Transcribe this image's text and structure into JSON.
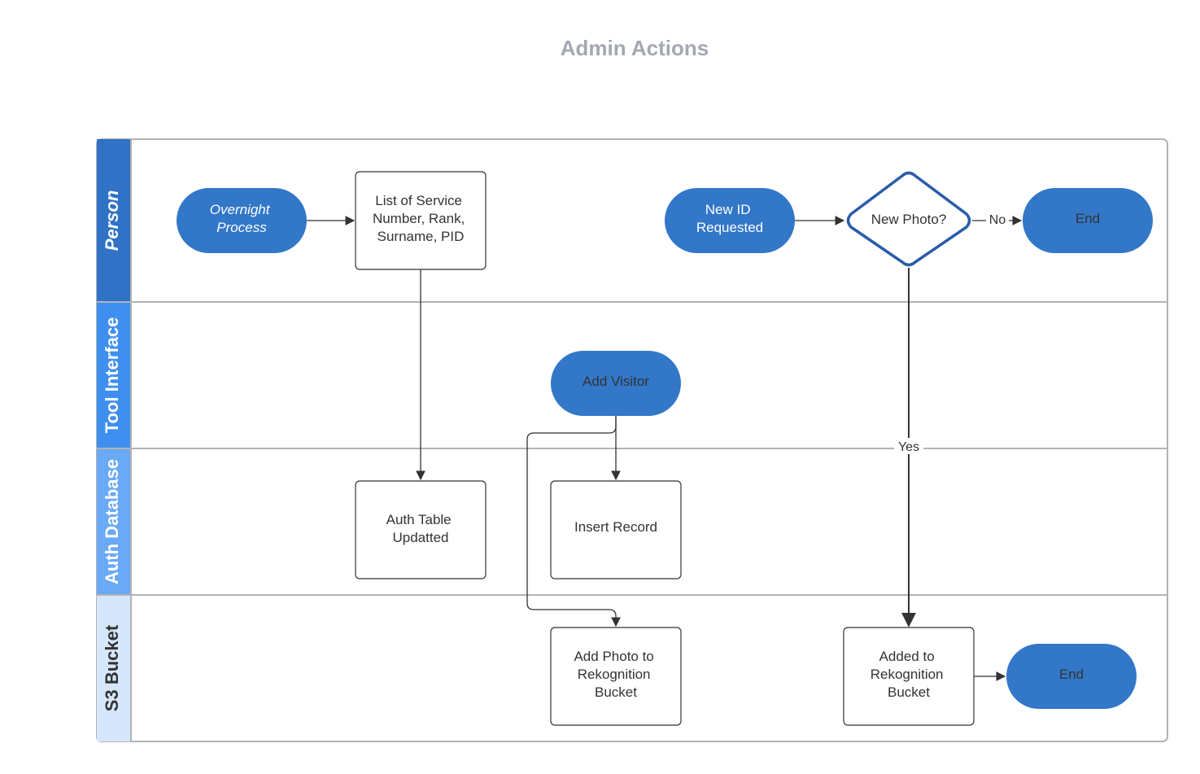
{
  "title": "Admin Actions",
  "colors": {
    "lane_person": "#2f72c6",
    "lane_tool": "#3f8ff0",
    "lane_auth": "#6aa9f5",
    "lane_s3": "#d6e7fc",
    "terminal_fill": "#3277c8",
    "decision_stroke": "#2a5ca8",
    "edge": "#333333",
    "lane_border": "#b3b3b3"
  },
  "lanes": [
    {
      "id": "person",
      "label": "Person"
    },
    {
      "id": "tool",
      "label": "Tool Interface"
    },
    {
      "id": "auth",
      "label": "Auth Database"
    },
    {
      "id": "s3",
      "label": "S3 Bucket"
    }
  ],
  "nodes": {
    "overnight": {
      "shape": "terminal",
      "lane": "person",
      "lines": [
        "Overnight",
        "Process"
      ]
    },
    "service_list": {
      "shape": "process",
      "lane": "person",
      "lines": [
        "List of Service",
        "Number, Rank,",
        "Surname, PID"
      ]
    },
    "new_id": {
      "shape": "terminal",
      "lane": "person",
      "lines": [
        "New ID",
        "Requested"
      ]
    },
    "new_photo": {
      "shape": "decision",
      "lane": "person",
      "lines": [
        "New Photo?"
      ]
    },
    "end_person": {
      "shape": "terminal",
      "lane": "person",
      "lines": [
        "End"
      ]
    },
    "add_visitor": {
      "shape": "terminal",
      "lane": "tool",
      "lines": [
        "Add Visitor"
      ]
    },
    "auth_table": {
      "shape": "process",
      "lane": "auth",
      "lines": [
        "Auth Table",
        "Updatted"
      ]
    },
    "insert_record": {
      "shape": "process",
      "lane": "auth",
      "lines": [
        "Insert Record"
      ]
    },
    "add_photo": {
      "shape": "process",
      "lane": "s3",
      "lines": [
        "Add Photo to",
        "Rekognition",
        "Bucket"
      ]
    },
    "added_to": {
      "shape": "process",
      "lane": "s3",
      "lines": [
        "Added to",
        "Rekognition",
        "Bucket"
      ]
    },
    "end_s3": {
      "shape": "terminal",
      "lane": "s3",
      "lines": [
        "End"
      ]
    }
  },
  "edges": [
    {
      "from": "overnight",
      "to": "service_list",
      "label": ""
    },
    {
      "from": "service_list",
      "to": "auth_table",
      "label": ""
    },
    {
      "from": "new_id",
      "to": "new_photo",
      "label": ""
    },
    {
      "from": "new_photo",
      "to": "end_person",
      "label": "No"
    },
    {
      "from": "new_photo",
      "to": "added_to",
      "label": "Yes"
    },
    {
      "from": "add_visitor",
      "to": "insert_record",
      "label": ""
    },
    {
      "from": "add_visitor",
      "to": "add_photo",
      "label": ""
    },
    {
      "from": "added_to",
      "to": "end_s3",
      "label": ""
    }
  ]
}
